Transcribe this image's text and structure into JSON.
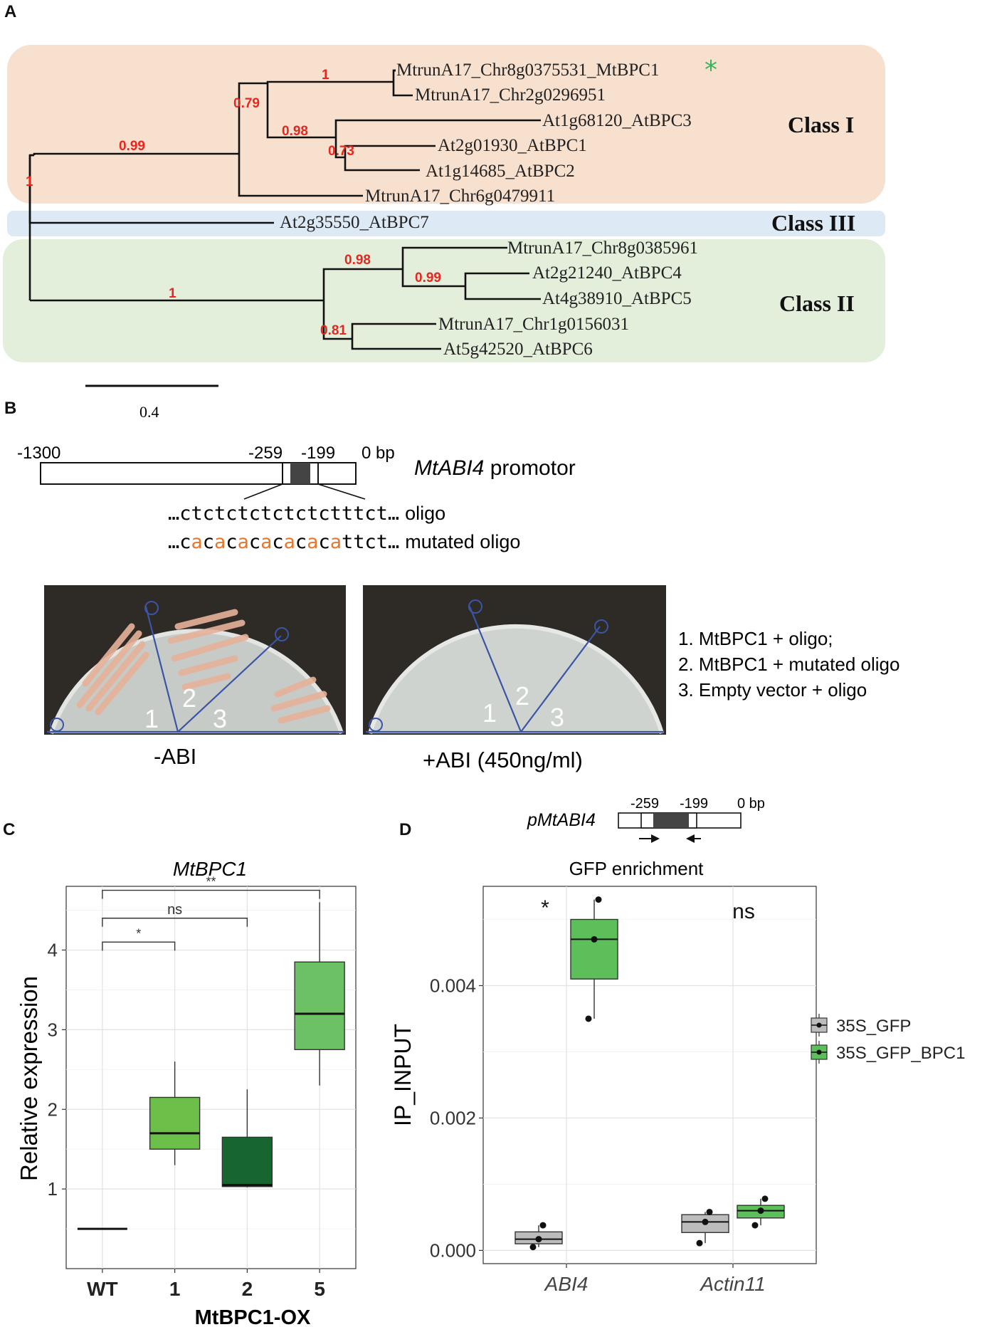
{
  "panelA": {
    "label": "A",
    "leaves": [
      "MtrunA17_Chr8g0375531_MtBPC1",
      "MtrunA17_Chr2g0296951",
      "At1g68120_AtBPC3",
      "At2g01930_AtBPC1",
      "At1g14685_AtBPC2",
      "MtrunA17_Chr6g0479911",
      "At2g35550_AtBPC7",
      "MtrunA17_Chr8g0385961",
      "At2g21240_AtBPC4",
      "At4g38910_AtBPC5",
      "MtrunA17_Chr1g0156031",
      "At5g42520_AtBPC6"
    ],
    "asterisk": "*",
    "bootstraps": [
      "1",
      "0.79",
      "0.98",
      "0.73",
      "0.99",
      "1",
      "0.98",
      "0.99",
      "1",
      "0.81"
    ],
    "classes": [
      "Class I",
      "Class III",
      "Class II"
    ],
    "scale_label": "0.4",
    "colors": {
      "class1_bg": "#f8e0cf",
      "class3_bg": "#dde9f4",
      "class2_bg": "#e3eedb",
      "bootstrap": "#e8261e",
      "asterisk": "#33b45a"
    }
  },
  "panelB": {
    "label": "B",
    "promoter_ticks": [
      "-1300",
      "-259",
      "-199",
      "0 bp"
    ],
    "promoter_name": "MtABI4",
    "promoter_suffix": " promotor",
    "oligo_seq": "…ctctctctctctcttt­ct…",
    "oligo_label": "oligo",
    "mutated_prefix": "…c",
    "mutated_suffix": "ttct…",
    "mutated_label": "mutated oligo",
    "plate_numbers": [
      "1",
      "2",
      "3"
    ],
    "plate_captions": [
      "-ABI",
      "+ABI (450ng/ml)"
    ],
    "legend": [
      "1. MtBPC1 + oligo;",
      "2. MtBPC1 + mutated oligo",
      "3. Empty vector + oligo"
    ],
    "colors": {
      "mutation": "#e8762b",
      "plate_bg": "#2e2a26",
      "agar": "#c9cdc9"
    }
  },
  "panelC": {
    "label": "C",
    "chart_data": {
      "type": "box",
      "title": "MtBPC1",
      "xlabel": "MtBPC1-OX",
      "ylabel": "Relative expression",
      "categories": [
        "WT",
        "1",
        "2",
        "5"
      ],
      "yticks": [
        1,
        2,
        3,
        4
      ],
      "ylim": [
        0.0,
        4.8
      ],
      "boxes": [
        {
          "category": "WT",
          "min": 0.5,
          "q1": 0.5,
          "median": 0.5,
          "q3": 0.5,
          "max": 0.5,
          "color": "#1c7a3a"
        },
        {
          "category": "1",
          "min": 1.3,
          "q1": 1.5,
          "median": 1.7,
          "q3": 2.15,
          "max": 2.6,
          "color": "#6cc04a"
        },
        {
          "category": "2",
          "min": 1.02,
          "q1": 1.03,
          "median": 1.05,
          "q3": 1.65,
          "max": 2.25,
          "color": "#17662f"
        },
        {
          "category": "5",
          "min": 2.3,
          "q1": 2.75,
          "median": 3.2,
          "q3": 3.85,
          "max": 4.6,
          "color": "#6cc165"
        }
      ],
      "significance": [
        {
          "from": "WT",
          "to": "1",
          "label": "*"
        },
        {
          "from": "WT",
          "to": "2",
          "label": "ns"
        },
        {
          "from": "WT",
          "to": "5",
          "label": "**"
        }
      ],
      "grid": true
    }
  },
  "panelD": {
    "label": "D",
    "schematic": {
      "name": "pMtABI4",
      "ticks": [
        "-259",
        "-199",
        "0 bp"
      ]
    },
    "chart_data": {
      "type": "box",
      "title": "GFP enrichment",
      "ylabel": "IP_INPUT",
      "categories": [
        "ABI4",
        "Actin11"
      ],
      "yticks": [
        "0.000",
        "0.002",
        "0.004"
      ],
      "ylim": [
        -0.0002,
        0.0055
      ],
      "series": [
        {
          "name": "35S_GFP",
          "color": "#bcbcbc",
          "boxes": [
            {
              "category": "ABI4",
              "min": 5e-05,
              "q1": 0.0001,
              "median": 0.00017,
              "q3": 0.00028,
              "max": 0.00038,
              "points": [
                5e-05,
                0.00017,
                0.00038
              ]
            },
            {
              "category": "Actin11",
              "min": 0.00011,
              "q1": 0.00027,
              "median": 0.00043,
              "q3": 0.00054,
              "max": 0.00058,
              "points": [
                0.00011,
                0.00043,
                0.00058
              ]
            }
          ]
        },
        {
          "name": "35S_GFP_BPC1",
          "color": "#5cbf5a",
          "boxes": [
            {
              "category": "ABI4",
              "min": 0.0035,
              "q1": 0.0041,
              "median": 0.0047,
              "q3": 0.005,
              "max": 0.0053,
              "points": [
                0.0035,
                0.0047,
                0.0053
              ]
            },
            {
              "category": "Actin11",
              "min": 0.00038,
              "q1": 0.00049,
              "median": 0.0006,
              "q3": 0.00068,
              "max": 0.00078,
              "points": [
                0.00038,
                0.0006,
                0.00078
              ]
            }
          ]
        }
      ],
      "annotations": [
        {
          "category": "ABI4",
          "label": "*"
        },
        {
          "category": "Actin11",
          "label": "ns"
        }
      ],
      "legend_position": "right",
      "grid": true
    }
  }
}
